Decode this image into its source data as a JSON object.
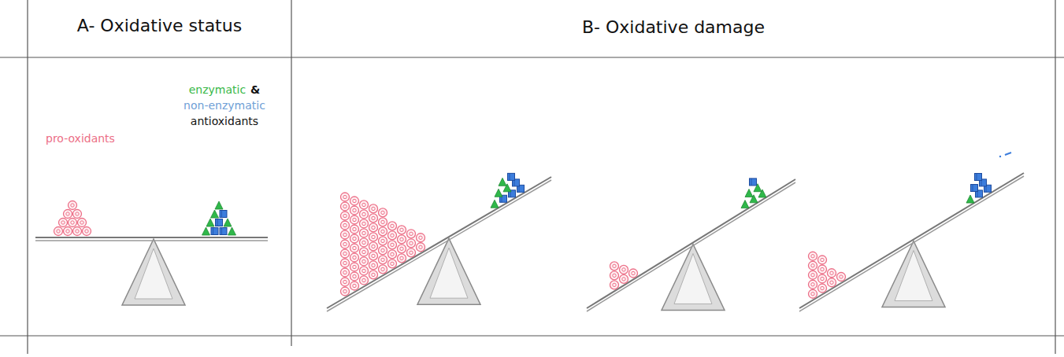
{
  "diagram": {
    "nodes": [
      {
        "text": [
          "A- Oxidative status"
        ]
      },
      {
        "text": [
          "B- Oxidative damage"
        ]
      }
    ],
    "labels": [
      "pro-oxidants",
      "enzymatic",
      "&",
      "non-enzymatic",
      "antioxidants"
    ]
  }
}
